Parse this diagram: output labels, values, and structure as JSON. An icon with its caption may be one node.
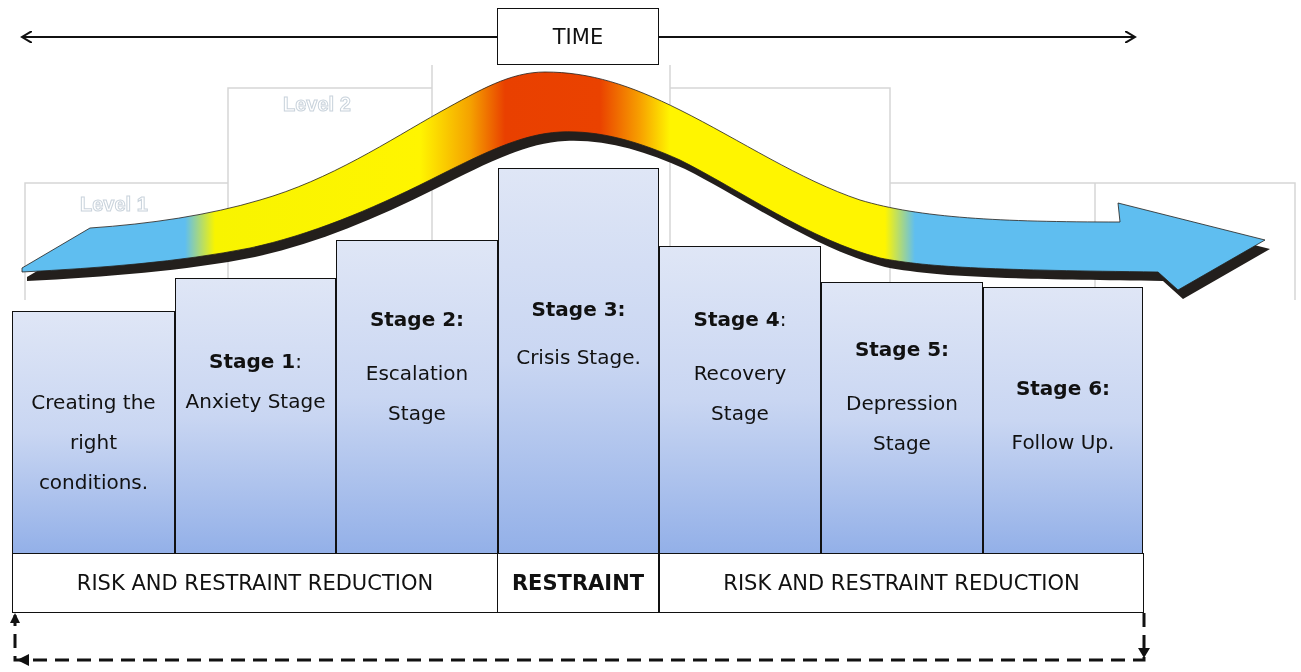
{
  "diagram": {
    "nodes": [
      {
        "text": [
          "TIME"
        ]
      },
      {
        "text": [
          "Creating the right conditions."
        ]
      },
      {
        "text": [
          "**Stage 1**:",
          "Anxiety Stage"
        ]
      },
      {
        "text": [
          "**Stage 2:**",
          "Escalation Stage"
        ]
      },
      {
        "text": [
          "**Stage 3:**",
          "Crisis Stage."
        ]
      },
      {
        "text": [
          "**Stage 4**:",
          "Recovery Stage"
        ]
      },
      {
        "text": [
          "**Stage 5:**",
          "Depression Stage"
        ]
      },
      {
        "text": [
          "**Stage 6:**",
          "Follow Up."
        ]
      },
      {
        "text": [
          "RISK AND RESTRAINT REDUCTION"
        ]
      },
      {
        "text": [
          "RESTRAINT"
        ]
      },
      {
        "text": [
          "RISK AND RESTRAINT REDUCTION"
        ]
      }
    ],
    "edges": [
      {
        "from": 0,
        "to": null,
        "arrow": "to"
      },
      {
        "from": 0,
        "to": null,
        "arrow": "to"
      },
      {
        "from": 10,
        "to": 8,
        "arrow": "to",
        "style": "dashed"
      }
    ],
    "labels": [
      "Level 1",
      "Level 2"
    ]
  }
}
